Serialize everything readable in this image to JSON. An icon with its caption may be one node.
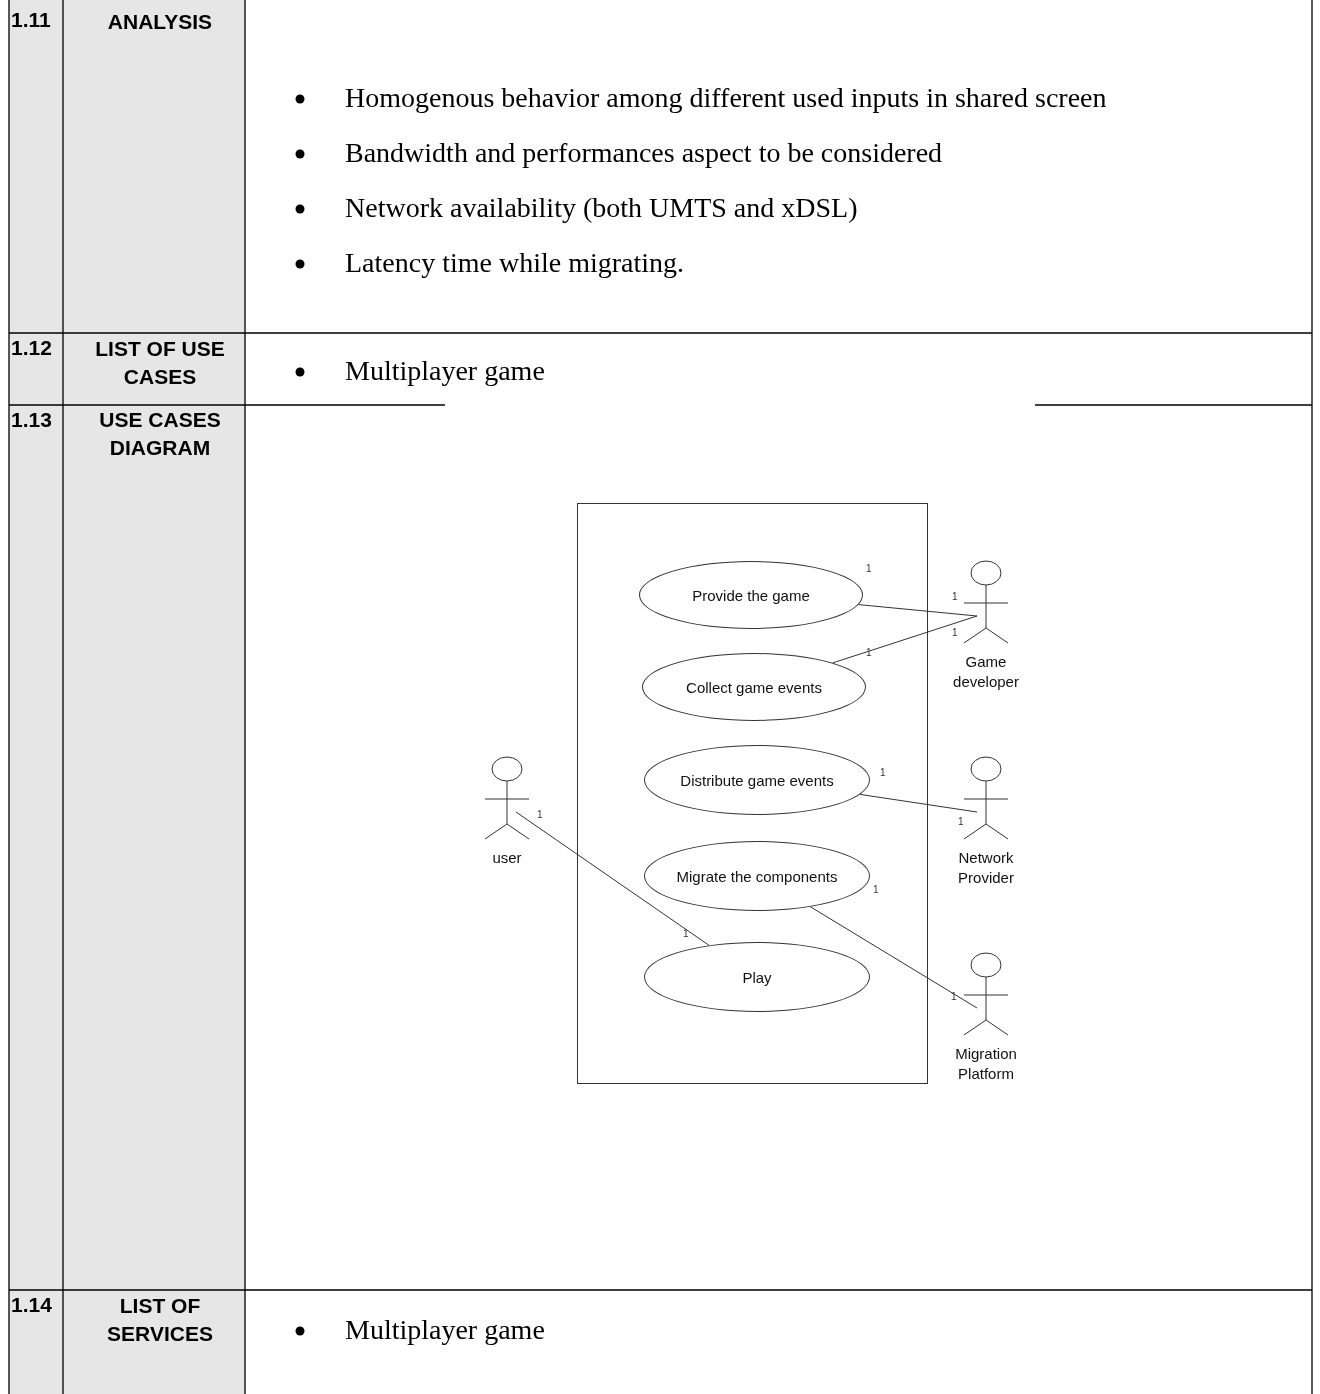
{
  "diagram": {
    "nodes": [
      {
        "text": [],
        "shape": "box"
      },
      {
        "text": [
          "Provide the game"
        ],
        "in": 0
      },
      {
        "text": [
          "Collect game events"
        ],
        "in": 0
      },
      {
        "text": [
          "Distribute game events"
        ],
        "in": 0
      },
      {
        "text": [
          "Migrate the components"
        ],
        "in": 0
      },
      {
        "text": [
          "Play"
        ],
        "in": 0
      },
      {
        "text": [
          "Game developer"
        ]
      },
      {
        "text": [
          "user"
        ]
      },
      {
        "text": [
          "Network Provider"
        ]
      },
      {
        "text": [
          "Migration Platform"
        ]
      }
    ],
    "edges": [
      {
        "from": 1,
        "to": 6,
        "arrow": "none"
      },
      {
        "from": 2,
        "to": 6,
        "arrow": "none"
      },
      {
        "from": 3,
        "to": 8,
        "arrow": "none"
      },
      {
        "from": 7,
        "to": 5,
        "arrow": "none"
      },
      {
        "from": 4,
        "to": 9,
        "arrow": "none"
      }
    ],
    "labels": [
      "1.11",
      "ANALYSIS",
      "Homogenous behavior among different used inputs in shared screen",
      "Bandwidth and performances aspect to be considered",
      "Network availability (both UMTS and xDSL)",
      "Latency time while migrating.",
      "1.12",
      "LIST OF USE CASES",
      "Multiplayer game",
      "1.13",
      "USE CASES DIAGRAM",
      "1",
      "1",
      "1",
      "1",
      "1",
      "1",
      "1",
      "1",
      "1",
      "1",
      "1.14",
      "LIST OF SERVICES",
      "Multiplayer game"
    ]
  }
}
